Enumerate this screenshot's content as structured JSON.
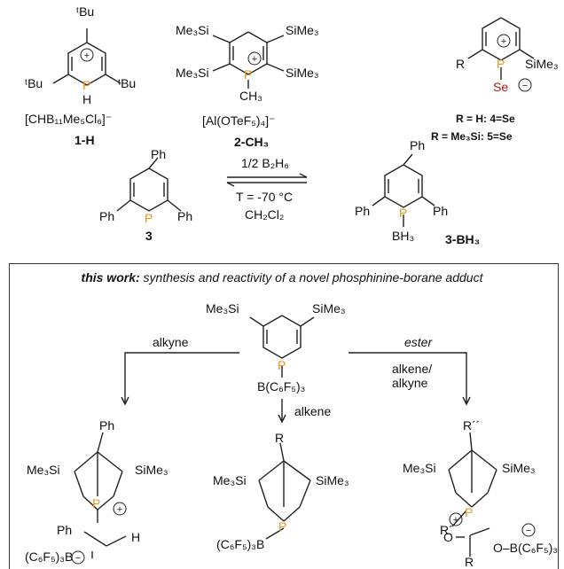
{
  "top": {
    "c1_counter": "[CHB₁₁Me₅Cl₆]⁻",
    "c1_id": "1-H",
    "c2_counter": "[Al(OTeF₅)₄]⁻",
    "c2_id": "2-CH₃",
    "c3_lines": [
      "R = H: 4=Se",
      "R = Me₃Si: 5=Se"
    ],
    "compound3_id": "3",
    "compound3bh3_id": "3-BH₃",
    "eq_reagent": "1/2 B₂H₆",
    "eq_temp": "T = -70 °C",
    "eq_solvent": "CH₂Cl₂"
  },
  "atoms": {
    "tBu": "ᵗBu",
    "P": "P",
    "H": "H",
    "Ph": "Ph",
    "R": "R",
    "Se": "Se",
    "Me3Si": "Me₃Si",
    "SiMe3": "SiMe₃",
    "CH3": "CH₃",
    "BH3": "BH₃",
    "BC6F5": "B(C₆F₅)₃",
    "C6F5B": "(C₆F₅)₃B",
    "Rpp": "R´´",
    "Rp": "R´",
    "O": "O",
    "OBC6F5": "O–B(C₆F₅)₃"
  },
  "box": {
    "bold_part": "this work:",
    "rest": " synthesis and reactivity of a novel phosphinine-borane adduct",
    "arrow_left": "alkyne",
    "arrow_middle": "alkene",
    "arrow_right_top": "ester",
    "arrow_right_bottom": [
      "alkene/",
      "alkyne"
    ]
  }
}
